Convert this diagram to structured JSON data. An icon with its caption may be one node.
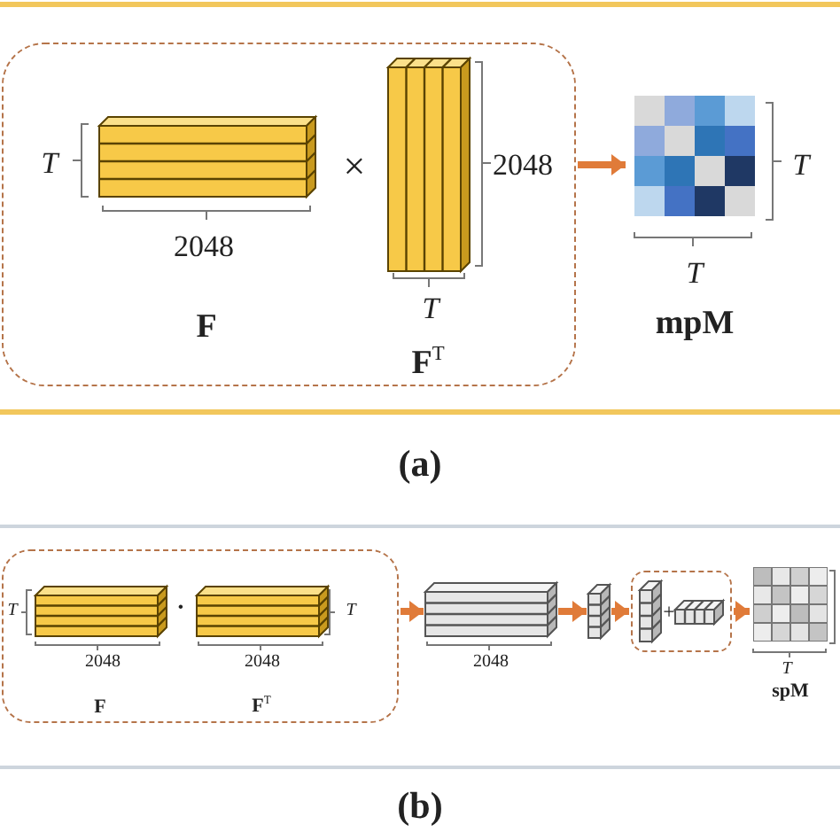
{
  "diagram": {
    "nodes": [
      {
        "text": [],
        "shape": "box"
      },
      {
        "text": [
          "F"
        ],
        "in": 0
      },
      {
        "text": [
          "F$^{T}$"
        ],
        "in": 0
      },
      {
        "text": [
          "mpM"
        ]
      },
      {
        "text": [],
        "shape": "box"
      },
      {
        "text": [
          "F"
        ],
        "in": 4
      },
      {
        "text": [
          "F$^{T}$"
        ],
        "in": 4
      },
      {
        "text": [],
        "shape": "bar"
      },
      {
        "text": [],
        "shape": "bar"
      },
      {
        "text": [],
        "shape": "box"
      },
      {
        "text": [],
        "shape": "bar",
        "in": 9
      },
      {
        "text": [],
        "shape": "bar",
        "in": 9
      },
      {
        "text": [
          "spM"
        ]
      }
    ],
    "edges": [
      {
        "from": 0,
        "to": 3,
        "arrow": "to"
      },
      {
        "from": 4,
        "to": 7,
        "arrow": "to"
      },
      {
        "from": 7,
        "to": 8,
        "arrow": "to"
      },
      {
        "from": 8,
        "to": 9,
        "arrow": "to"
      },
      {
        "from": 9,
        "to": 12,
        "arrow": "to"
      }
    ],
    "labels": [
      "T",
      "×",
      "2048",
      "2048",
      "T",
      "T",
      "T",
      "(a)",
      "T",
      "·",
      "T",
      "2048",
      "2048",
      "2048",
      "+",
      "T",
      "(b)"
    ]
  }
}
